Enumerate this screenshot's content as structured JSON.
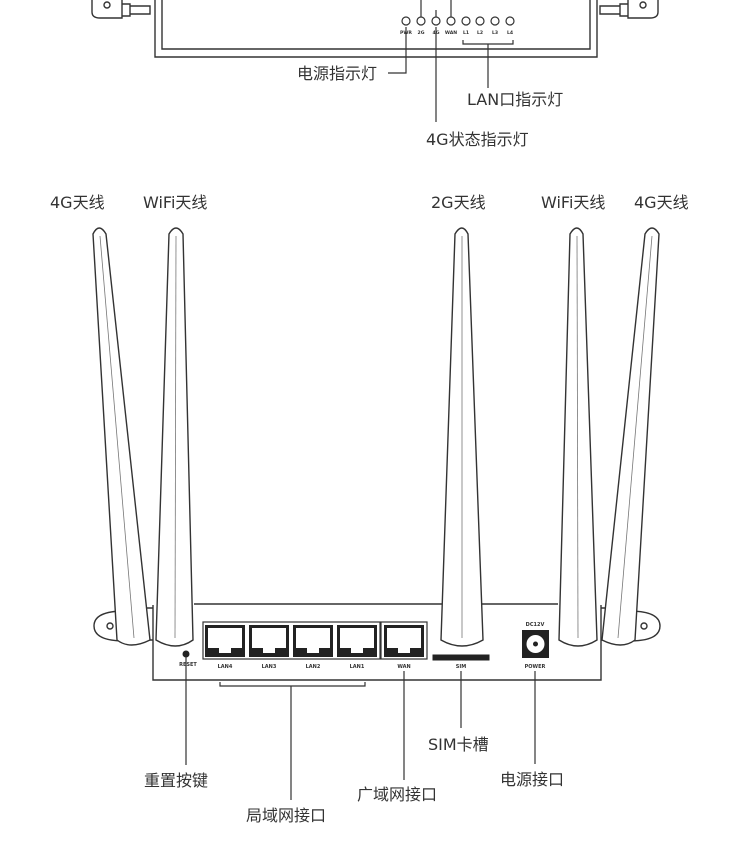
{
  "top_panel": {
    "led_labels": [
      "PWR",
      "2G",
      "4G",
      "WAN",
      "L1",
      "L2",
      "L3",
      "L4"
    ],
    "callouts": {
      "power_led": "电源指示灯",
      "lan_led": "LAN口指示灯",
      "status_4g_led": "4G状态指示灯"
    }
  },
  "antennas": {
    "left_4g": "4G天线",
    "left_wifi": "WiFi天线",
    "right_2g": "2G天线",
    "right_wifi": "WiFi天线",
    "right_4g": "4G天线"
  },
  "back_panel": {
    "reset_label": "RESET",
    "lan_ports": [
      "LAN4",
      "LAN3",
      "LAN2",
      "LAN1"
    ],
    "wan_port": "WAN",
    "sim_slot": "SIM",
    "power_voltage": "DC12V",
    "power_port": "POWER"
  },
  "callouts": {
    "sim": "SIM卡槽",
    "reset": "重置按键",
    "power": "电源接口",
    "wan": "广域网接口",
    "lan": "局域网接口"
  },
  "colors": {
    "line": "#333333",
    "text": "#333333",
    "port": "#222222"
  }
}
